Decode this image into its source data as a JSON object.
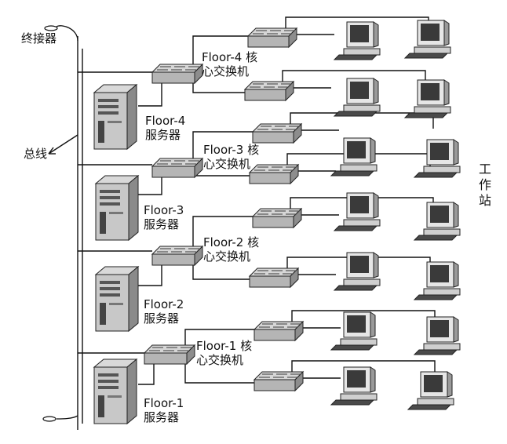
{
  "labels": {
    "terminator": "终接器",
    "bus": "总线",
    "workstations": [
      "工",
      "作",
      "站"
    ]
  },
  "floors": [
    {
      "core": [
        "Floor-4 核",
        "心交换机"
      ],
      "server": [
        "Floor-4",
        "服务器"
      ]
    },
    {
      "core": [
        "Floor-3 核",
        "心交换机"
      ],
      "server": [
        "Floor-3",
        "服务器"
      ]
    },
    {
      "core": [
        "Floor-2 核",
        "心交换机"
      ],
      "server": [
        "Floor-2",
        "服务器"
      ]
    },
    {
      "core": [
        "Floor-1 核",
        "心交换机"
      ],
      "server": [
        "Floor-1",
        "服务器"
      ]
    }
  ]
}
